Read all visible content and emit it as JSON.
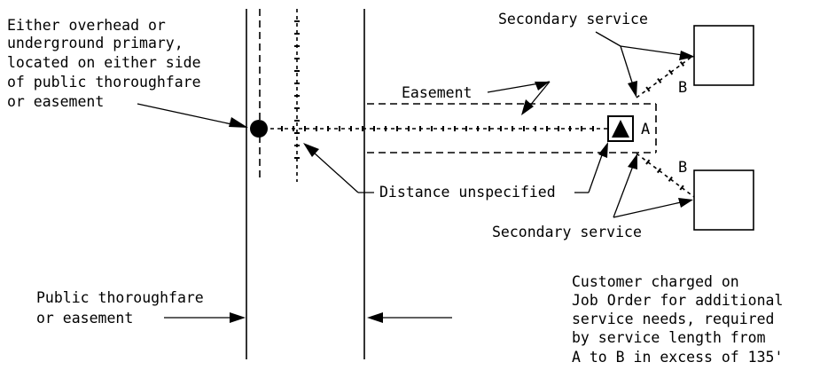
{
  "labels": {
    "primary": [
      "Either overhead or",
      "underground primary,",
      "located on either side",
      "of public thoroughfare",
      "or easement"
    ],
    "secondary_top": "Secondary service",
    "secondary_bottom": "Secondary service",
    "easement": "Easement",
    "distance": "Distance unspecified",
    "thoroughfare": [
      "Public thoroughfare",
      "or easement"
    ],
    "point_a": "A",
    "point_b_top": "B",
    "point_b_bottom": "B",
    "customer_note": [
      "Customer charged on",
      "Job Order for additional",
      "service needs, required",
      "by service length from",
      "A to B in excess of 135'"
    ]
  }
}
